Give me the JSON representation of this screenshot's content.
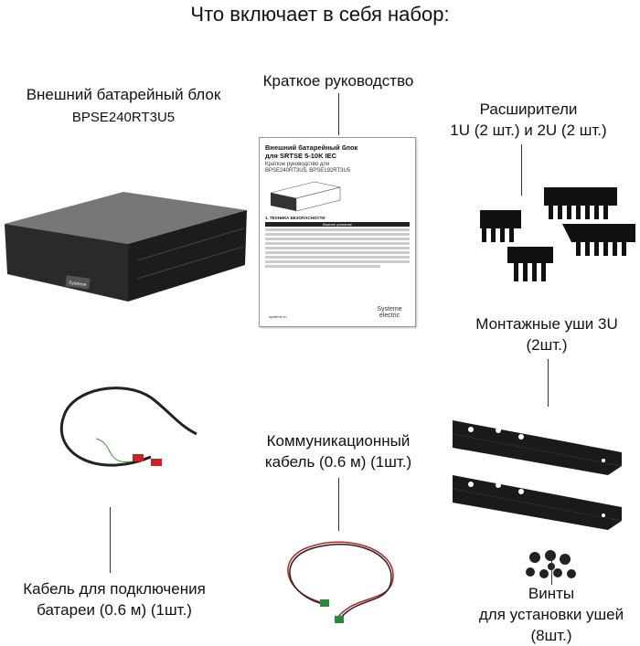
{
  "title": "Что включает в себя набор:",
  "items": {
    "battery": {
      "name": "Внешний батарейный блок",
      "model": "BPSE240RT3U5",
      "logo": "Systeme"
    },
    "manual": {
      "label": "Краткое руководство",
      "heading": "Внешний батарейный блок для SRTSE 5-10K IEC",
      "subtitle": "Краткое руководство для BPSE240RT3U5, BPSE192RT3U5",
      "section": "1. ТЕХНИКА БЕЗОПАСНОСТИ",
      "notice": "Важное указание",
      "site": "systeme.ru",
      "brand": "Systeme electric"
    },
    "expanders": {
      "label1": "Расширители",
      "label2": "1U (2 шт.) и 2U (2 шт.)"
    },
    "ears": {
      "label1": "Монтажные уши 3U",
      "label2": "(2шт.)"
    },
    "comm_cable": {
      "label1": "Коммуникационный",
      "label2": "кабель (0.6 м) (1шт.)"
    },
    "battery_cable": {
      "label1": "Кабель для подключения",
      "label2": "батареи (0.6 м) (1шт.)"
    },
    "screws": {
      "label1": "Винты",
      "label2": "для установки ушей",
      "label3": "(8шт.)"
    }
  }
}
